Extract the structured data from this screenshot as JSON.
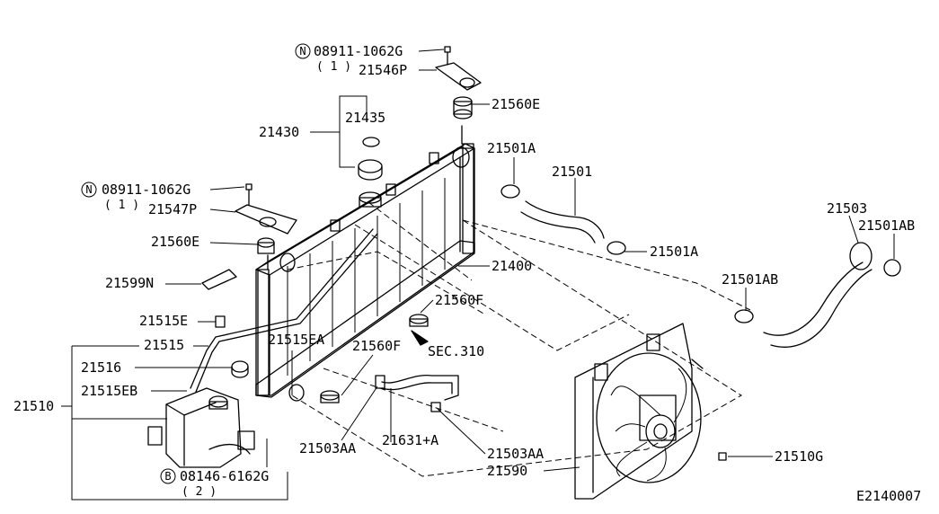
{
  "diagram_id": "E2140007",
  "notes": {
    "n_marker": "N",
    "b_marker": "B",
    "sec_ref": "SEC.310"
  },
  "callouts": {
    "bolt_top": "08911-1062G",
    "bolt_top_qty": "( 1 )",
    "bracket_top": "21546P",
    "mount_top": "21560E",
    "cap_group": "21430",
    "cap_seal": "21435",
    "bolt_left": "08911-1062G",
    "bolt_left_qty": "( 1 )",
    "bracket_left": "21547P",
    "mount_left": "21560E",
    "label_plate": "21599N",
    "clip_a": "21515E",
    "reservoir_hose": "21515",
    "clip_b": "21515EA",
    "reservoir_cap": "21516",
    "clip_c": "21515EB",
    "reservoir": "21510",
    "bolt_res": "08146-6162G",
    "bolt_res_qty": "( 2 )",
    "radiator": "21400",
    "mount_f1": "21560F",
    "mount_f2": "21560F",
    "drain_a": "21503AA",
    "drain_b": "21503AA",
    "drain_hose": "21631+A",
    "fan_shroud": "21590",
    "fan_bolt": "21510G",
    "upper_hose_clamp1": "21501A",
    "upper_hose": "21501",
    "upper_hose_clamp2": "21501A",
    "lower_hose": "21503",
    "lower_hose_clamp1": "21501AB",
    "lower_hose_clamp2": "21501AB"
  }
}
